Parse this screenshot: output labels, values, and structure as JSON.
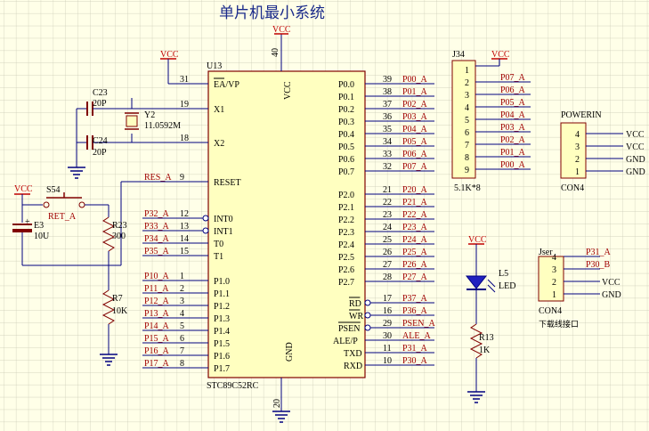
{
  "title": "单片机最小系统",
  "colors": {
    "background": "#ffffe8",
    "grid": "#c8c8b4",
    "wire": "#000080",
    "part": "#800000",
    "net_label": "#a00000",
    "vcc": "#c00000"
  },
  "mcu": {
    "ref": "U13",
    "part": "STC89C52RC",
    "vcc_label": "VCC",
    "gnd_label": "GND",
    "vcc_pin": "40",
    "gnd_pin": "20",
    "left_pins": [
      {
        "name": "EA/VP",
        "num": "31",
        "net": ""
      },
      {
        "name": "X1",
        "num": "19",
        "net": ""
      },
      {
        "name": "X2",
        "num": "18",
        "net": ""
      },
      {
        "name": "RESET",
        "num": "9",
        "net": "RES_A"
      },
      {
        "name": "INT0",
        "num": "12",
        "net": "P32_A"
      },
      {
        "name": "INT1",
        "num": "13",
        "net": "P33_A"
      },
      {
        "name": "T0",
        "num": "14",
        "net": "P34_A"
      },
      {
        "name": "T1",
        "num": "15",
        "net": "P35_A"
      },
      {
        "name": "P1.0",
        "num": "1",
        "net": "P10_A"
      },
      {
        "name": "P1.1",
        "num": "2",
        "net": "P11_A"
      },
      {
        "name": "P1.2",
        "num": "3",
        "net": "P12_A"
      },
      {
        "name": "P1.3",
        "num": "4",
        "net": "P13_A"
      },
      {
        "name": "P1.4",
        "num": "5",
        "net": "P14_A"
      },
      {
        "name": "P1.5",
        "num": "6",
        "net": "P15_A"
      },
      {
        "name": "P1.6",
        "num": "7",
        "net": "P16_A"
      },
      {
        "name": "P1.7",
        "num": "8",
        "net": "P17_A"
      }
    ],
    "right_pins": [
      {
        "name": "P0.0",
        "num": "39",
        "net": "P00_A"
      },
      {
        "name": "P0.1",
        "num": "38",
        "net": "P01_A"
      },
      {
        "name": "P0.2",
        "num": "37",
        "net": "P02_A"
      },
      {
        "name": "P0.3",
        "num": "36",
        "net": "P03_A"
      },
      {
        "name": "P0.4",
        "num": "35",
        "net": "P04_A"
      },
      {
        "name": "P0.5",
        "num": "34",
        "net": "P05_A"
      },
      {
        "name": "P0.6",
        "num": "33",
        "net": "P06_A"
      },
      {
        "name": "P0.7",
        "num": "32",
        "net": "P07_A"
      },
      {
        "name": "P2.0",
        "num": "21",
        "net": "P20_A"
      },
      {
        "name": "P2.1",
        "num": "22",
        "net": "P21_A"
      },
      {
        "name": "P2.2",
        "num": "23",
        "net": "P22_A"
      },
      {
        "name": "P2.3",
        "num": "24",
        "net": "P23_A"
      },
      {
        "name": "P2.4",
        "num": "25",
        "net": "P24_A"
      },
      {
        "name": "P2.5",
        "num": "26",
        "net": "P25_A"
      },
      {
        "name": "P2.6",
        "num": "27",
        "net": "P26_A"
      },
      {
        "name": "P2.7",
        "num": "28",
        "net": "P27_A"
      },
      {
        "name": "RD",
        "num": "17",
        "net": "P37_A"
      },
      {
        "name": "WR",
        "num": "16",
        "net": "P36_A"
      },
      {
        "name": "PSEN",
        "num": "29",
        "net": "PSEN_A"
      },
      {
        "name": "ALE/P",
        "num": "30",
        "net": "ALE_A"
      },
      {
        "name": "TXD",
        "num": "11",
        "net": "P31_A"
      },
      {
        "name": "RXD",
        "num": "10",
        "net": "P30_A"
      }
    ]
  },
  "vcc_label": "VCC",
  "crystal": {
    "ref": "Y2",
    "value": "11.0592M"
  },
  "c23": {
    "ref": "C23",
    "value": "20P"
  },
  "c24": {
    "ref": "C24",
    "value": "20P"
  },
  "reset": {
    "switch_ref": "S54",
    "switch_net": "RET_A",
    "cap_ref": "E3",
    "cap_value": "10U",
    "r23_ref": "R23",
    "r23_value": "300",
    "r7_ref": "R7",
    "r7_value": "10K"
  },
  "pullup": {
    "ref": "J34",
    "value": "5.1K*8",
    "pins": [
      "1",
      "2",
      "3",
      "4",
      "5",
      "6",
      "7",
      "8",
      "9"
    ],
    "nets": [
      "P07_A",
      "P06_A",
      "P05_A",
      "P04_A",
      "P03_A",
      "P02_A",
      "P01_A",
      "P00_A"
    ]
  },
  "power_in": {
    "title": "POWERIN",
    "ref": "CON4",
    "pins": [
      "4",
      "3",
      "2",
      "1"
    ],
    "nets": [
      "VCC",
      "VCC",
      "GND",
      "GND"
    ]
  },
  "led": {
    "ref": "L5",
    "value": "LED",
    "r_ref": "R13",
    "r_value": "1K"
  },
  "download": {
    "ref": "Jser",
    "part": "CON4",
    "caption": "下载线接口",
    "pins": [
      "4",
      "3",
      "2",
      "1"
    ],
    "nets": [
      "P31_A",
      "P30_B",
      "VCC",
      "GND"
    ]
  }
}
